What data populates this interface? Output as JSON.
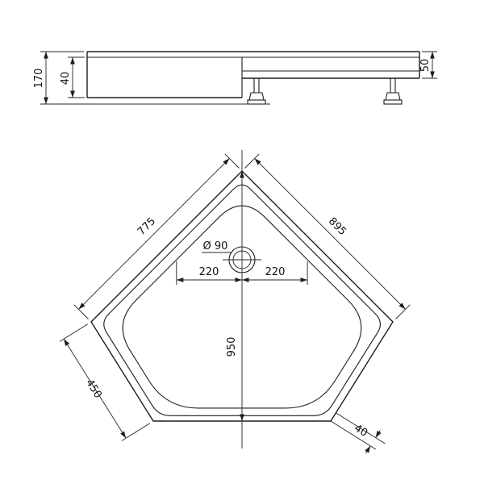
{
  "page": {
    "background_color": "#ffffff",
    "line_color": "#1d1d1d",
    "drawing_type": "shower-tray-technical-drawing"
  },
  "side_view": {
    "dims": {
      "total_height": "170",
      "panel_height": "40",
      "rim_height": "50"
    }
  },
  "plan_view": {
    "dims": {
      "edge_upper_left": "775",
      "edge_upper_right": "895",
      "overall_depth": "950",
      "drain_diameter": "Ø 90",
      "drain_offset_left": "220",
      "drain_offset_right": "220",
      "edge_lower_left": "450",
      "rim_width": "40"
    }
  }
}
